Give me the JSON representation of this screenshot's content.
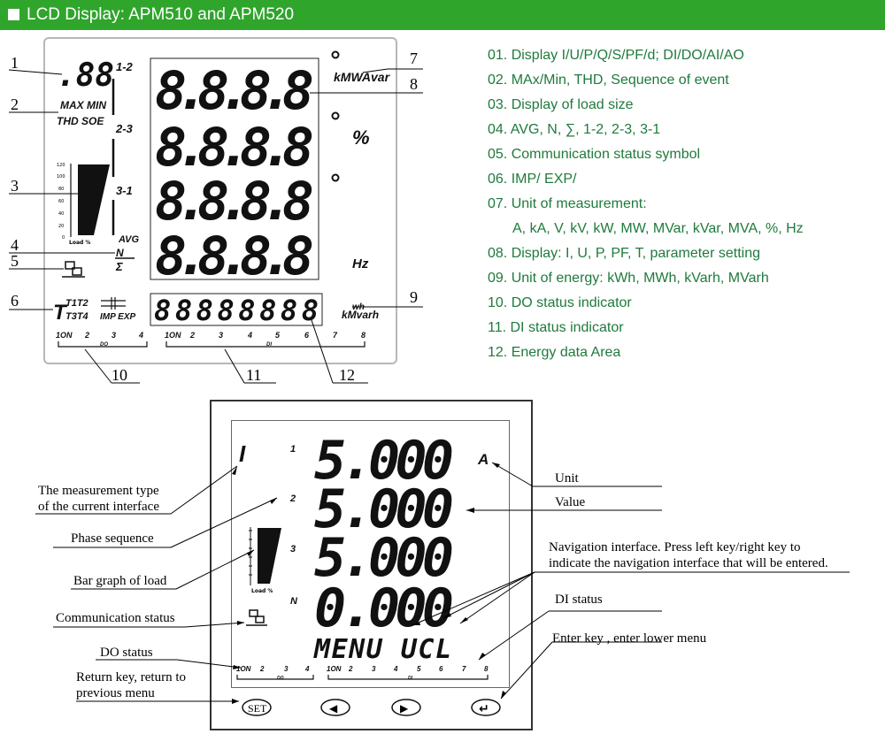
{
  "header": {
    "title": "LCD Display: APM510 and APM520",
    "color": "#2fa52c"
  },
  "top_display": {
    "small_digits": ".88",
    "max_min": "MAX MIN",
    "thd_soe": "THD SOE",
    "phase_labels": [
      "1-2",
      "2-3",
      "3-1"
    ],
    "avg": "AVG",
    "n": "N",
    "sigma": "Σ",
    "bar_ticks": [
      "120",
      "100",
      "80",
      "60",
      "40",
      "20",
      "0"
    ],
    "load_label": "Load %",
    "big_rows": [
      "8.8.8.8",
      "8.8.8.8",
      "8.8.8.8",
      "8.8.8.8"
    ],
    "unit_top": "kMWAvar",
    "percent": "%",
    "hz": "Hz",
    "tariff_top": "T1T2",
    "tariff_bottom": "T3T4",
    "t_letter": "T",
    "imp_exp": "IMP EXP",
    "energy_digits": "88888888",
    "energy_unit_top": "wh",
    "energy_unit_bottom": "kMvarh",
    "do_numbers": [
      "1ON",
      "2",
      "3",
      "4"
    ],
    "do_label": "DO",
    "di_numbers": [
      "1ON",
      "2",
      "3",
      "4",
      "5",
      "6",
      "7",
      "8"
    ],
    "di_label": "DI",
    "callouts": [
      "1",
      "2",
      "3",
      "4",
      "5",
      "6",
      "7",
      "8",
      "9",
      "10",
      "11",
      "12"
    ]
  },
  "legend": [
    "01. Display I/U/P/Q/S/PF/d; DI/DO/AI/AO",
    "02. MAx/Min, THD, Sequence of event",
    "03. Display of load size",
    "04. AVG, N, ∑, 1-2, 2-3, 3-1",
    "05. Communication status symbol",
    "06. IMP/ EXP/",
    "07. Unit of measurement:",
    "A, kA, V, kV, kW, MW, MVar, kVar, MVA, %, Hz",
    "08. Display: I, U, P, PF, T, parameter setting",
    "09. Unit of energy: kWh, MWh, kVarh, MVarh",
    "10. DO status indicator",
    "11. DI status indicator",
    "12. Energy data Area"
  ],
  "bottom_display": {
    "type_symbol": "I",
    "phase_numbers": [
      "1",
      "2",
      "3",
      "N"
    ],
    "values": [
      "5.000",
      "5.000",
      "5.000",
      "0.000"
    ],
    "unit": "A",
    "menu_text": "MENU UCL",
    "do_numbers": [
      "1ON",
      "2",
      "3",
      "4"
    ],
    "do_label": "DO",
    "di_numbers": [
      "1ON",
      "2",
      "3",
      "4",
      "5",
      "6",
      "7",
      "8"
    ],
    "di_label": "DI",
    "load_label": "Load %",
    "buttons": {
      "set": "SET",
      "left": "◀",
      "right": "▶",
      "enter": "↵"
    }
  },
  "annotations": {
    "measurement_type": [
      "The measurement type",
      "of the current interface"
    ],
    "phase_sequence": "Phase sequence",
    "bar_graph": "Bar graph of load",
    "communication": "Communication status",
    "do_status": "DO status",
    "return_key": [
      "Return key, return to",
      "previous menu"
    ],
    "unit": "Unit",
    "value": "Value",
    "navigation": [
      "Navigation interface. Press left key/right key to",
      "indicate the navigation interface that will be entered."
    ],
    "di_status": "DI status",
    "enter_key": "Enter key , enter lower menu"
  }
}
